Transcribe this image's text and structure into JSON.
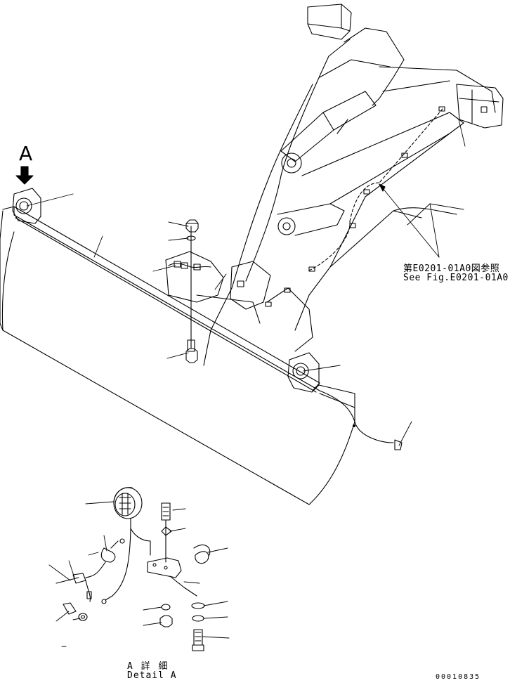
{
  "view_marker": {
    "letter": "A"
  },
  "reference_note": {
    "japanese": "第E0201-01A0図参照",
    "english": "See Fig.E0201-01A0"
  },
  "detail_caption": {
    "japanese": "A 詳 細",
    "english": "Detail A"
  },
  "drawing_number": "00010835"
}
